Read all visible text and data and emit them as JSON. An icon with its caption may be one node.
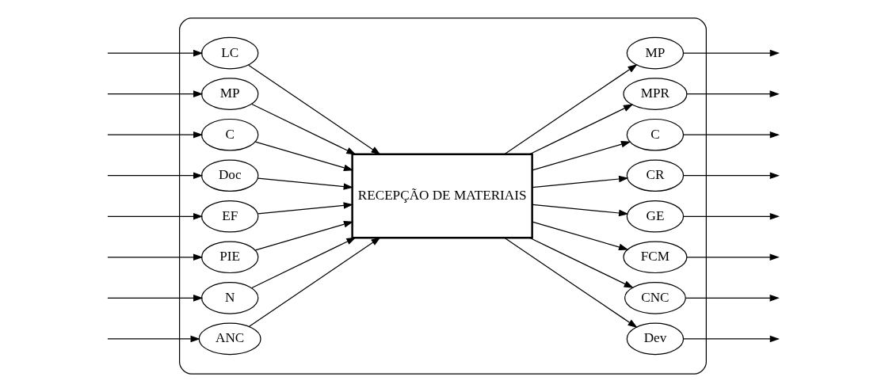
{
  "diagram": {
    "nodes": [
      {
        "text": [],
        "shape": "box"
      },
      {
        "text": [
          "LC"
        ],
        "in": 0
      },
      {
        "text": [
          "MP"
        ],
        "in": 0
      },
      {
        "text": [
          "C"
        ],
        "in": 0
      },
      {
        "text": [
          "Doc"
        ],
        "in": 0
      },
      {
        "text": [
          "EF"
        ],
        "in": 0
      },
      {
        "text": [
          "PIE"
        ],
        "in": 0
      },
      {
        "text": [
          "N"
        ],
        "in": 0
      },
      {
        "text": [
          "ANC"
        ],
        "in": 0
      },
      {
        "text": [
          "RECEPÇÃO DE MATERIAIS"
        ],
        "in": 0
      },
      {
        "text": [
          "MP"
        ],
        "in": 0
      },
      {
        "text": [
          "MPR"
        ],
        "in": 0
      },
      {
        "text": [
          "C"
        ],
        "in": 0
      },
      {
        "text": [
          "CR"
        ],
        "in": 0
      },
      {
        "text": [
          "GE"
        ],
        "in": 0
      },
      {
        "text": [
          "FCM"
        ],
        "in": 0
      },
      {
        "text": [
          "CNC"
        ],
        "in": 0
      },
      {
        "text": [
          "Dev"
        ],
        "in": 0
      }
    ],
    "edges": [
      {
        "from": null,
        "to": 1,
        "arrow": "to"
      },
      {
        "from": null,
        "to": 2,
        "arrow": "to"
      },
      {
        "from": null,
        "to": 3,
        "arrow": "to"
      },
      {
        "from": null,
        "to": 4,
        "arrow": "to"
      },
      {
        "from": null,
        "to": 5,
        "arrow": "to"
      },
      {
        "from": null,
        "to": 6,
        "arrow": "to"
      },
      {
        "from": null,
        "to": 7,
        "arrow": "to"
      },
      {
        "from": null,
        "to": 8,
        "arrow": "to"
      },
      {
        "from": 1,
        "to": 9,
        "arrow": "to"
      },
      {
        "from": 2,
        "to": 9,
        "arrow": "to"
      },
      {
        "from": 3,
        "to": 9,
        "arrow": "to"
      },
      {
        "from": 4,
        "to": 9,
        "arrow": "to"
      },
      {
        "from": 5,
        "to": 9,
        "arrow": "to"
      },
      {
        "from": 6,
        "to": 9,
        "arrow": "to"
      },
      {
        "from": 7,
        "to": 9,
        "arrow": "to"
      },
      {
        "from": 8,
        "to": 9,
        "arrow": "to"
      },
      {
        "from": 9,
        "to": 10,
        "arrow": "to"
      },
      {
        "from": 9,
        "to": 11,
        "arrow": "to"
      },
      {
        "from": 9,
        "to": 12,
        "arrow": "to"
      },
      {
        "from": 9,
        "to": 13,
        "arrow": "to"
      },
      {
        "from": 9,
        "to": 14,
        "arrow": "to"
      },
      {
        "from": 9,
        "to": 15,
        "arrow": "to"
      },
      {
        "from": 9,
        "to": 16,
        "arrow": "to"
      },
      {
        "from": 9,
        "to": 17,
        "arrow": "to"
      },
      {
        "from": 10,
        "to": null,
        "arrow": "to"
      },
      {
        "from": 11,
        "to": null,
        "arrow": "to"
      },
      {
        "from": 12,
        "to": null,
        "arrow": "to"
      },
      {
        "from": 13,
        "to": null,
        "arrow": "to"
      },
      {
        "from": 14,
        "to": null,
        "arrow": "to"
      },
      {
        "from": 15,
        "to": null,
        "arrow": "to"
      },
      {
        "from": 16,
        "to": null,
        "arrow": "to"
      },
      {
        "from": 17,
        "to": null,
        "arrow": "to"
      }
    ]
  }
}
